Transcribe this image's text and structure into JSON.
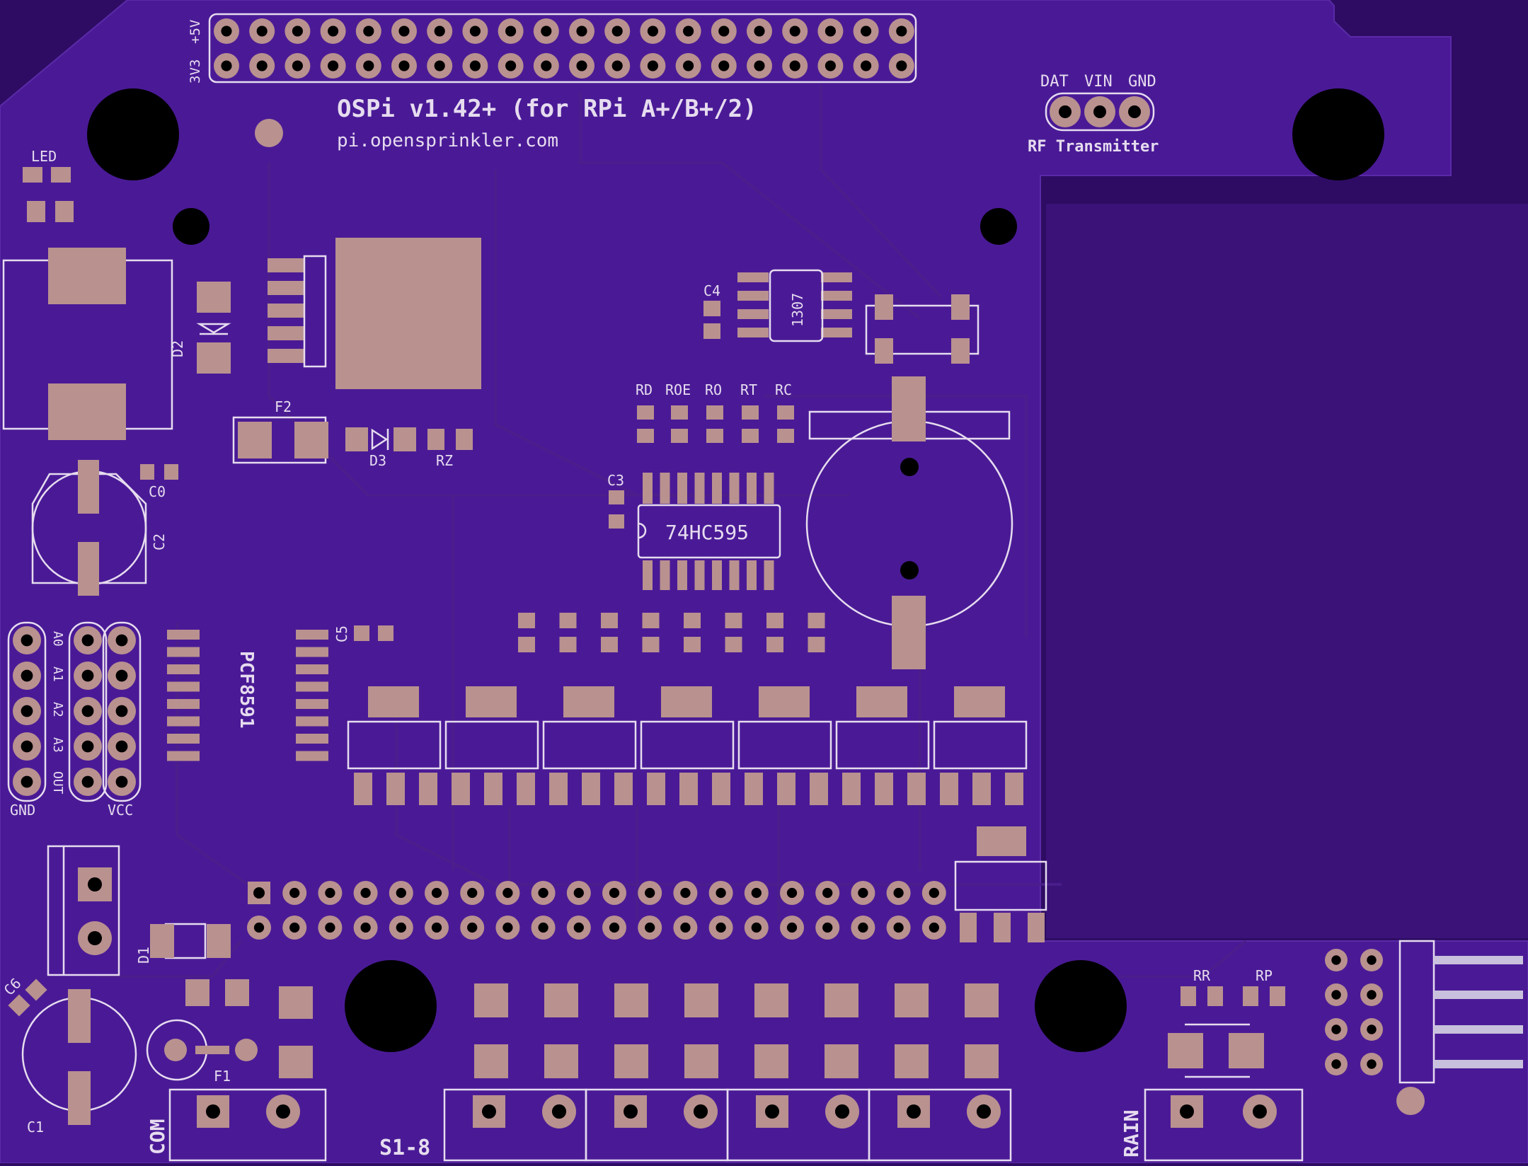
{
  "board": {
    "title": "OSPi v1.42+ (for RPi A+/B+/2)",
    "url": "pi.opensprinkler.com",
    "colors": {
      "background": "#2e0c63",
      "board": "#4a1a96",
      "copper": "#b9918f",
      "silkscreen": "#e6dcef",
      "hole": "#000000"
    }
  },
  "header_labels": {
    "v33": "3V3",
    "v5": "+5V"
  },
  "rf": {
    "dat": "DAT",
    "vin": "VIN",
    "gnd": "GND",
    "caption": "RF Transmitter"
  },
  "labels": {
    "led": "LED",
    "d2": "D2",
    "f2": "F2",
    "d3": "D3",
    "rz": "RZ",
    "c0": "C0",
    "c2": "C2",
    "c4": "C4",
    "rtc_chip": "1307",
    "rd": "RD",
    "roe": "ROE",
    "ro": "RO",
    "rt": "RT",
    "rc": "RC",
    "c3": "C3",
    "shift_chip": "74HC595",
    "c5": "C5",
    "adc_chip": "PCF8591",
    "a0": "A0",
    "a1": "A1",
    "a2": "A2",
    "a3": "A3",
    "out": "OUT",
    "gnd": "GND",
    "vcc": "VCC",
    "d1": "D1",
    "c6": "C6",
    "c1": "C1",
    "f1": "F1",
    "com": "COM",
    "s18": "S1-8",
    "rain": "RAIN",
    "rr": "RR",
    "rp": "RP"
  }
}
